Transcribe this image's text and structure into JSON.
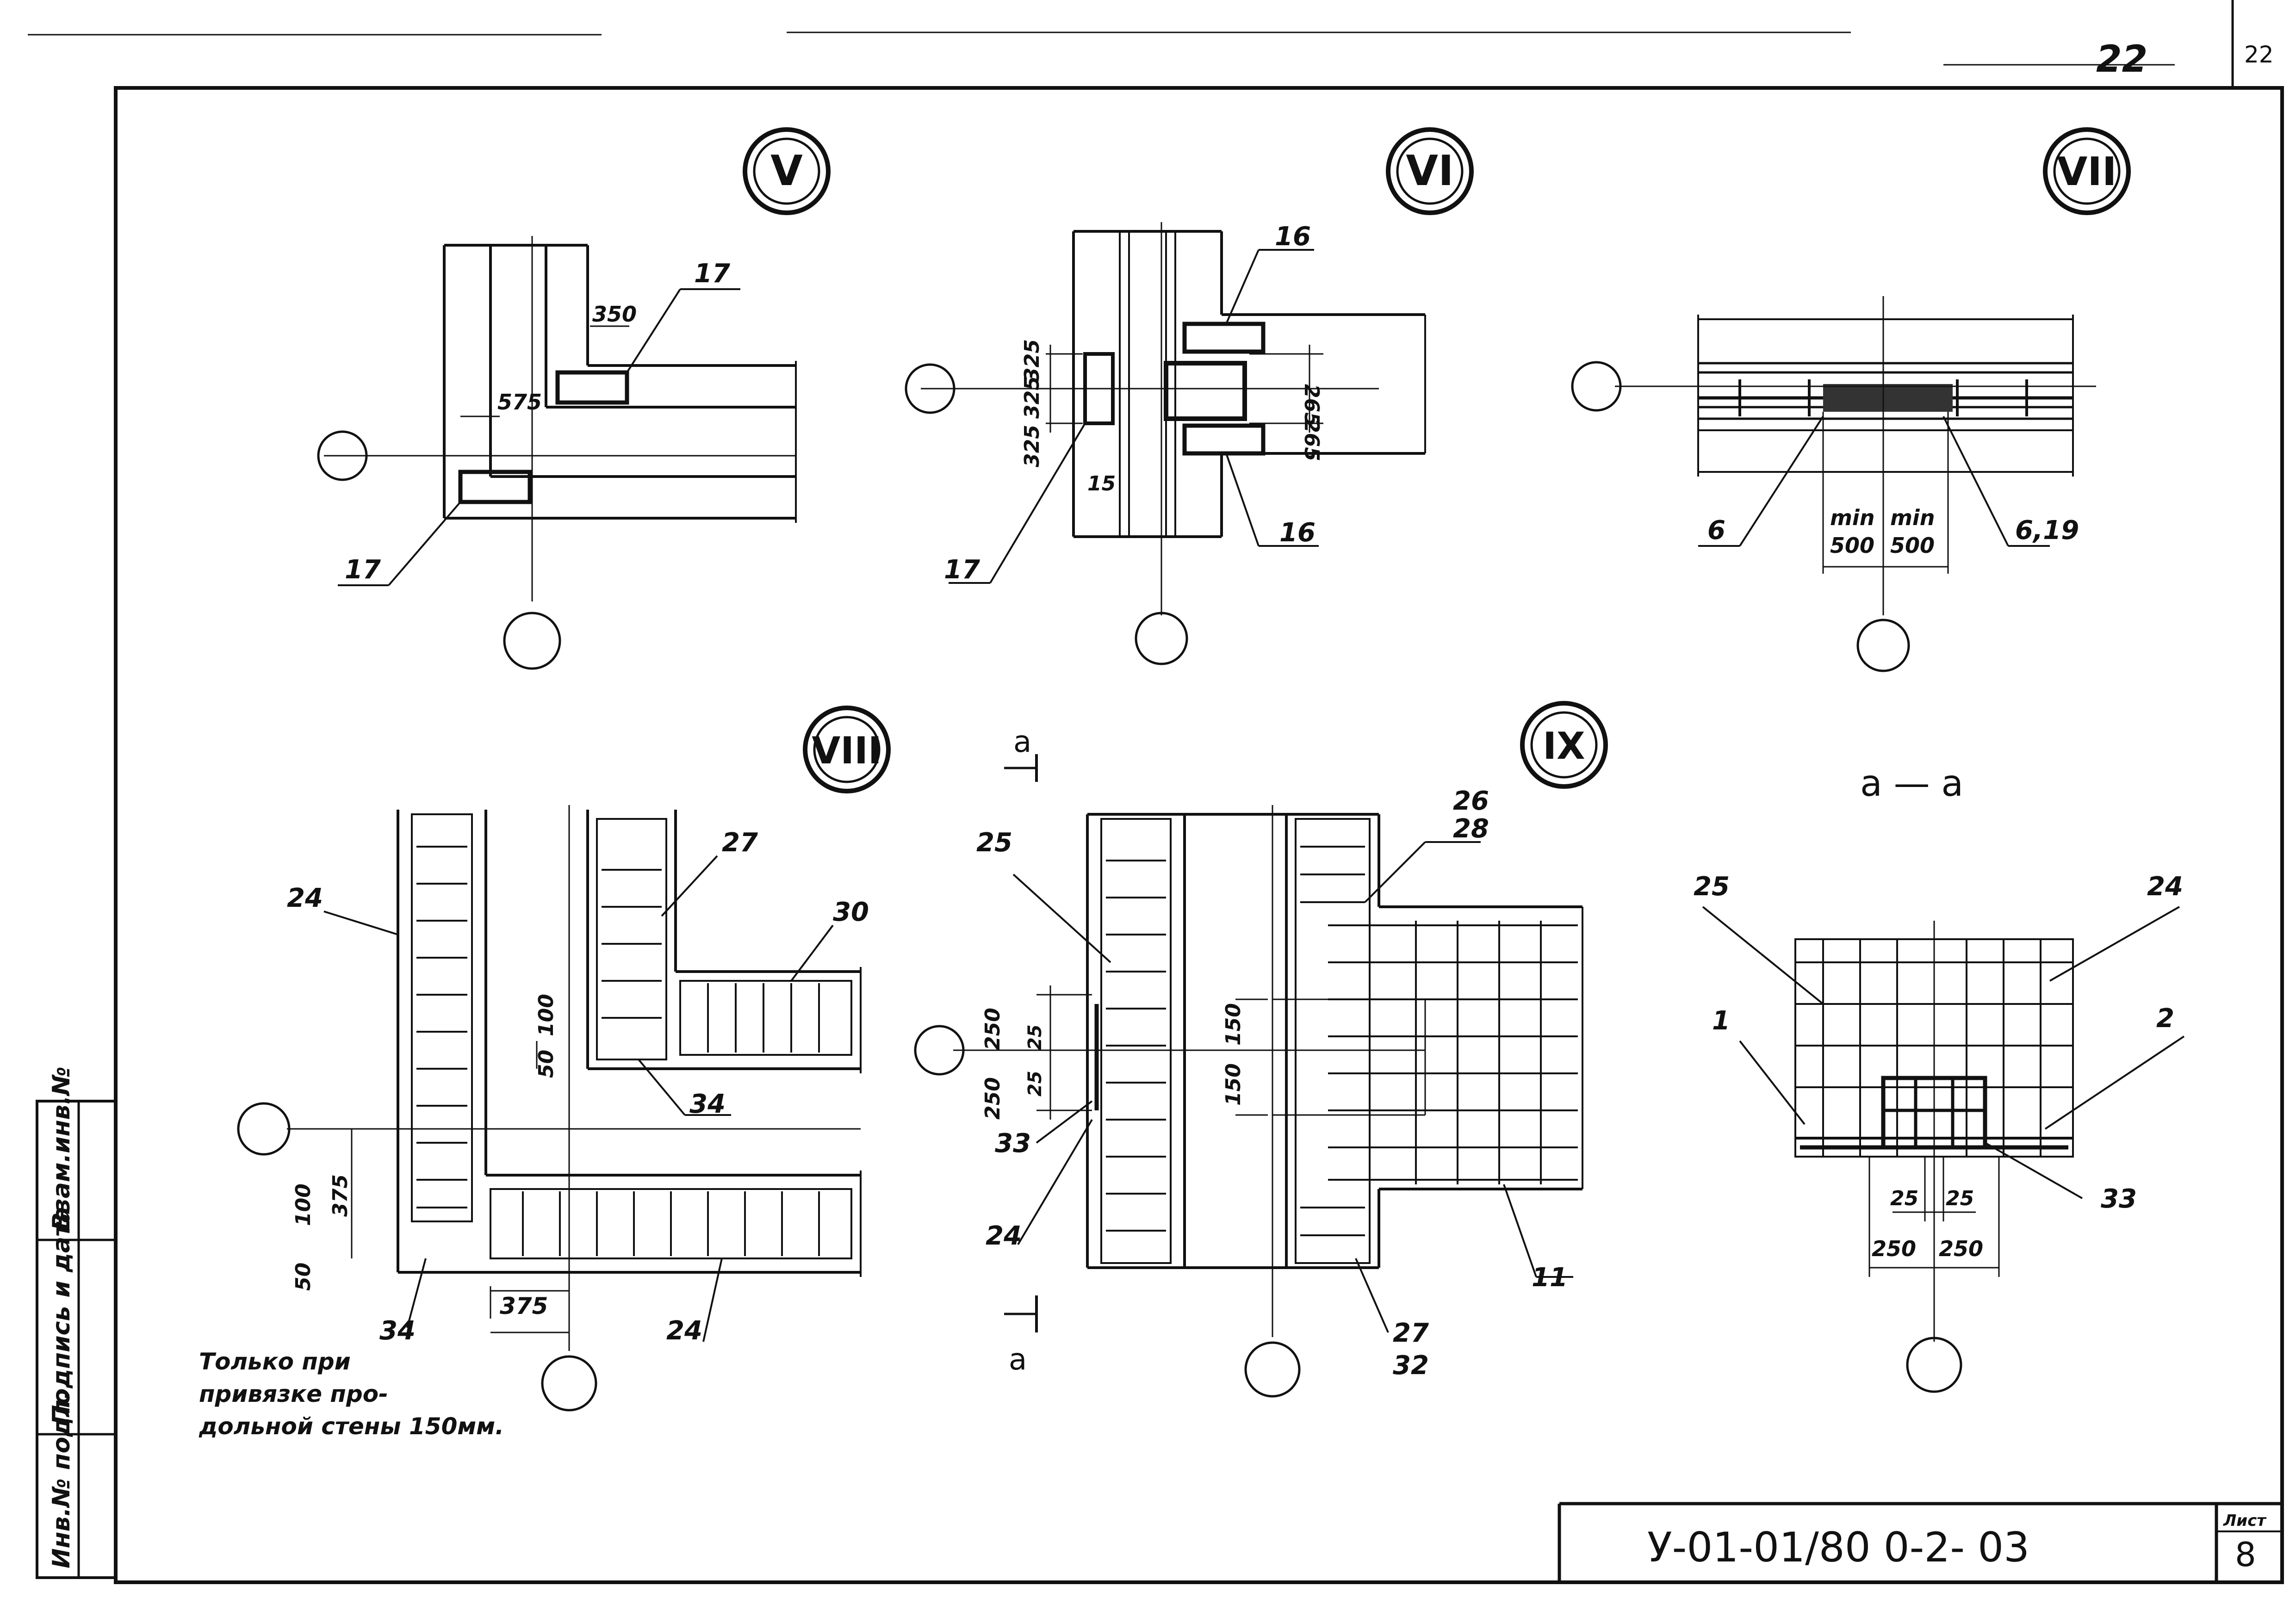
{
  "sheet": {
    "page_number": "22",
    "page_number_side": "22",
    "designation": "У-01-01/80 0-2- 03",
    "sheet_label": "Лист",
    "sheet_number": "8"
  },
  "stamp_labels": [
    "Инв.№ подл.",
    "Подпись и дата",
    "Взам.инв.№"
  ],
  "details": {
    "v": {
      "numeral": "V",
      "dims": [
        "350",
        "575"
      ],
      "marks": [
        "17",
        "17"
      ]
    },
    "vi": {
      "numeral": "VI",
      "dims": [
        "325",
        "325",
        "325",
        "265",
        "265",
        "15"
      ],
      "marks": [
        "16",
        "16",
        "17"
      ]
    },
    "vii": {
      "numeral": "VII",
      "dims": [
        "min",
        "500",
        "min",
        "500"
      ],
      "marks": [
        "6",
        "6,19"
      ]
    },
    "viii": {
      "numeral": "VIII",
      "dims": [
        "50",
        "100",
        "375",
        "100",
        "50",
        "375"
      ],
      "marks": [
        "24",
        "27",
        "30",
        "34",
        "34",
        "24"
      ],
      "note": [
        "Только при",
        "привязке про-",
        "дольной стены 150мм."
      ]
    },
    "ix": {
      "numeral": "IX",
      "dims": [
        "250",
        "25",
        "25",
        "250",
        "150",
        "150"
      ],
      "marks": [
        "25",
        "26",
        "28",
        "33",
        "24",
        "27",
        "32",
        "11"
      ],
      "section_mark": "а"
    },
    "aa": {
      "title": "а — а",
      "dims": [
        "25",
        "25",
        "250",
        "250"
      ],
      "marks": [
        "25",
        "24",
        "1",
        "2",
        "33"
      ]
    }
  }
}
